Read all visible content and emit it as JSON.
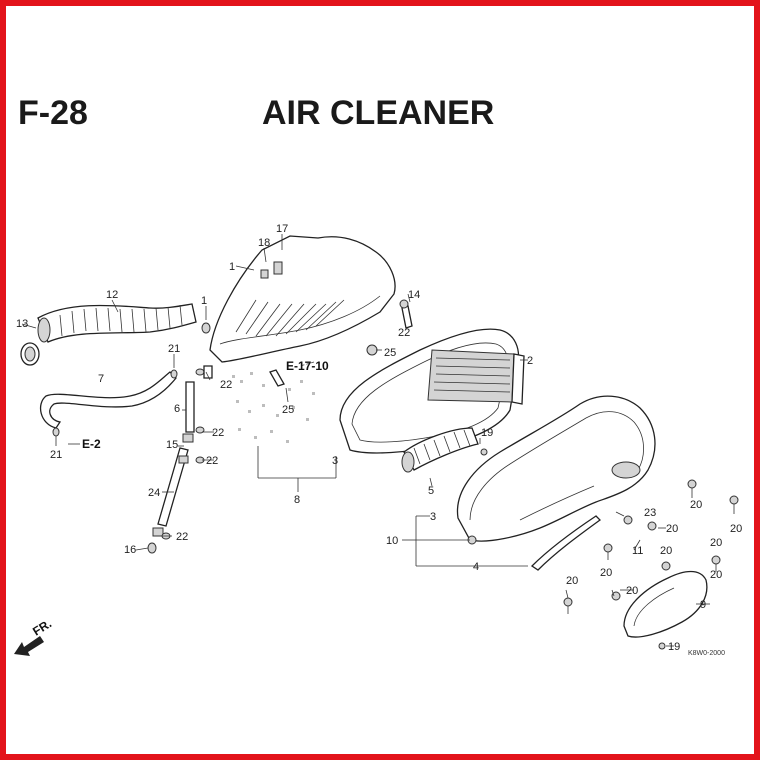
{
  "header": {
    "figure_number": "F-28",
    "title": "AIR CLEANER"
  },
  "references": {
    "e17_10": "E-17-10",
    "e2": "E-2"
  },
  "direction": "FR.",
  "diagram_code": "K8W0-2000",
  "callouts": [
    "1",
    "1",
    "2",
    "3",
    "3",
    "4",
    "5",
    "6",
    "7",
    "8",
    "9",
    "10",
    "11",
    "12",
    "13",
    "14",
    "15",
    "16",
    "17",
    "18",
    "19",
    "19",
    "20",
    "21",
    "21",
    "22",
    "22",
    "22",
    "22",
    "22",
    "23",
    "24",
    "25",
    "25"
  ],
  "colors": {
    "border": "#e3141b",
    "ink": "#1a1a1a"
  }
}
